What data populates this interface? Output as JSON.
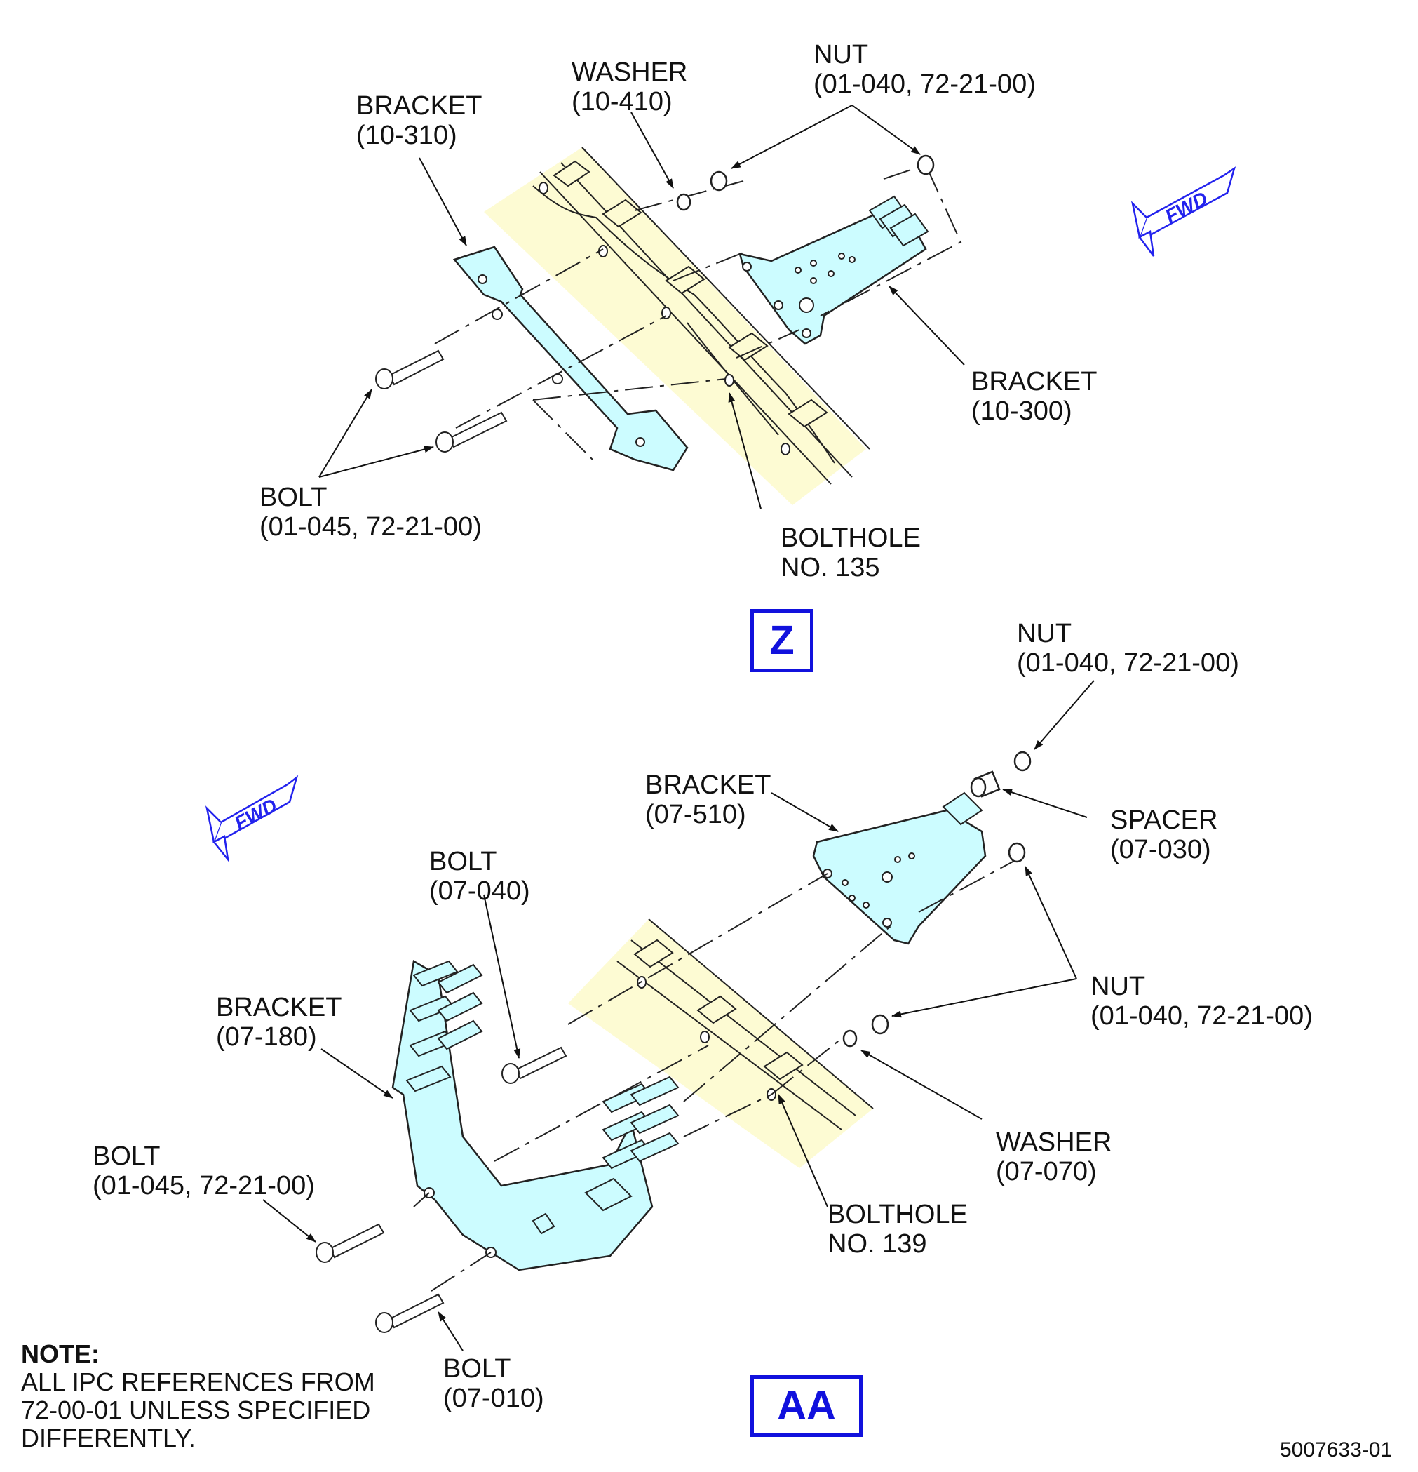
{
  "view_z": {
    "tag": "Z",
    "labels": [
      {
        "id": "bracket-10-310",
        "name": "BRACKET",
        "ref": "(10-310)"
      },
      {
        "id": "washer-10-410",
        "name": "WASHER",
        "ref": "(10-410)"
      },
      {
        "id": "nut-01-040-top",
        "name": "NUT",
        "ref": "(01-040, 72-21-00)"
      },
      {
        "id": "bracket-10-300",
        "name": "BRACKET",
        "ref": "(10-300)"
      },
      {
        "id": "bolt-01-045-top",
        "name": "BOLT",
        "ref": "(01-045, 72-21-00)"
      },
      {
        "id": "bolthole-135",
        "name": "BOLTHOLE",
        "ref": "NO. 135"
      }
    ],
    "fwd": "FWD"
  },
  "view_aa": {
    "tag": "AA",
    "labels": [
      {
        "id": "nut-01-040-a",
        "name": "NUT",
        "ref": "(01-040, 72-21-00)"
      },
      {
        "id": "bracket-07-510",
        "name": "BRACKET",
        "ref": "(07-510)"
      },
      {
        "id": "spacer-07-030",
        "name": "SPACER",
        "ref": "(07-030)"
      },
      {
        "id": "bolt-07-040",
        "name": "BOLT",
        "ref": "(07-040)"
      },
      {
        "id": "bracket-07-180",
        "name": "BRACKET",
        "ref": "(07-180)"
      },
      {
        "id": "nut-01-040-b",
        "name": "NUT",
        "ref": "(01-040, 72-21-00)"
      },
      {
        "id": "bolt-01-045-bottom",
        "name": "BOLT",
        "ref": "(01-045, 72-21-00)"
      },
      {
        "id": "washer-07-070",
        "name": "WASHER",
        "ref": "(07-070)"
      },
      {
        "id": "bolthole-139",
        "name": "BOLTHOLE",
        "ref": "NO. 139"
      },
      {
        "id": "bolt-07-010",
        "name": "BOLT",
        "ref": "(07-010)"
      }
    ],
    "fwd": "FWD"
  },
  "note": {
    "heading": "NOTE:",
    "body": "ALL IPC REFERENCES FROM\n72-00-01 UNLESS SPECIFIED\nDIFFERENTLY."
  },
  "figure_number": "5007633-01",
  "colors": {
    "part_fill": "#ccfcff",
    "case_fill": "#fdfbd3",
    "view_tag": "#1111dd",
    "fwd_arrow": "#2222ee"
  }
}
